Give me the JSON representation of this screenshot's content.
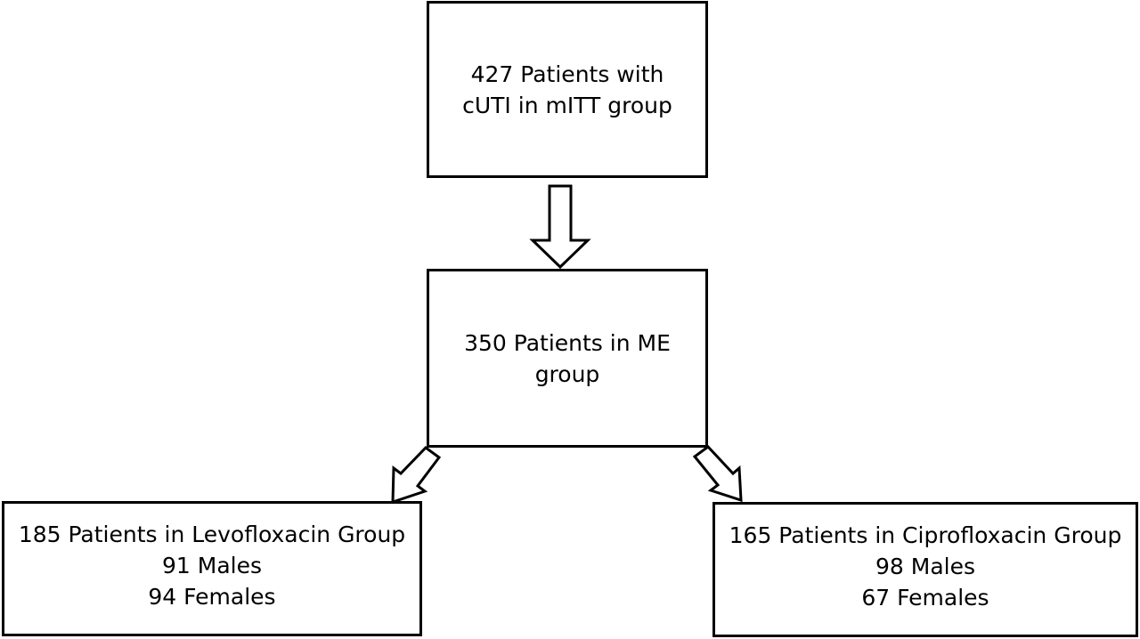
{
  "diagram": {
    "top_box": {
      "line1": "427 Patients with",
      "line2": "cUTI in mITT group"
    },
    "middle_box": {
      "line1": "350 Patients in ME",
      "line2": "group"
    },
    "left_box": {
      "title": "185 Patients in Levofloxacin Group",
      "males": "91 Males",
      "females": "94 Females"
    },
    "right_box": {
      "title": "165 Patients in Ciprofloxacin Group",
      "males": "98 Males",
      "females": "67 Females"
    }
  }
}
